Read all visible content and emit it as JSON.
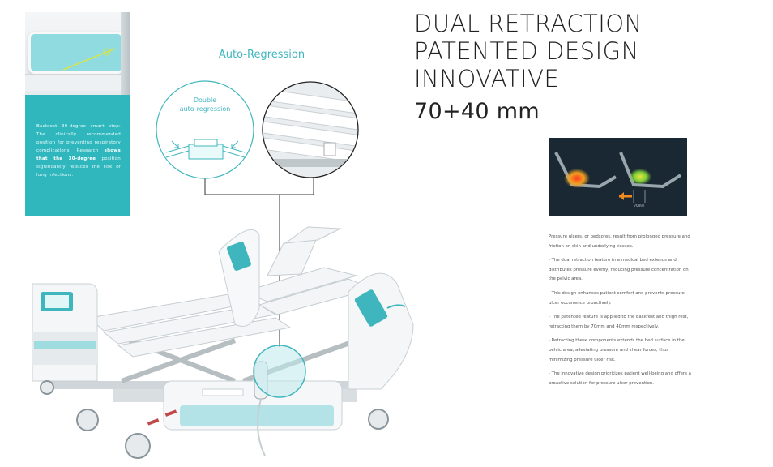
{
  "card": {
    "text_1": "Backrest 30-degree smart stop: The clinically recommended position for preventing respiratory complications. Research",
    "text_bold": "shows that the 30-degree",
    "text_2": "position significantly reduces the risk of lung infections."
  },
  "regression": {
    "label": "Auto-Regression",
    "circle_label_line1": "Double",
    "circle_label_line2": "auto-regression"
  },
  "headline": {
    "line1": "DUAL RETRACTION",
    "line2": "PATENTED DESIGN",
    "line3": "INNOVATIVE",
    "dimensions": "70+40 mm"
  },
  "pressure_image": {
    "caption": "70mm"
  },
  "description": [
    "Pressure ulcers, or bedsores, result from prolonged pressure and friction on skin and underlying tissues.",
    "- The dual retraction feature in a medical bed extends and distributes pressure evenly, reducing pressure concentration on the pelvic area.",
    "- This design enhances patient comfort and prevents pressure ulcer occurrence proactively.",
    "- The patented feature is applied to the backrest and thigh rest, retracting them by 70mm and 40mm respectively.",
    "- Retracting these components extends the bed surface in the pelvic area, alleviating pressure and shear forces, thus minimizing pressure ulcer risk.",
    "- The innovative design prioritizes patient well-being and offers a proactive solution for pressure ulcer prevention."
  ],
  "colors": {
    "accent": "#3fb6be",
    "card_bg": "#2fb7bd",
    "panel_teal": "#8fdbe0"
  }
}
